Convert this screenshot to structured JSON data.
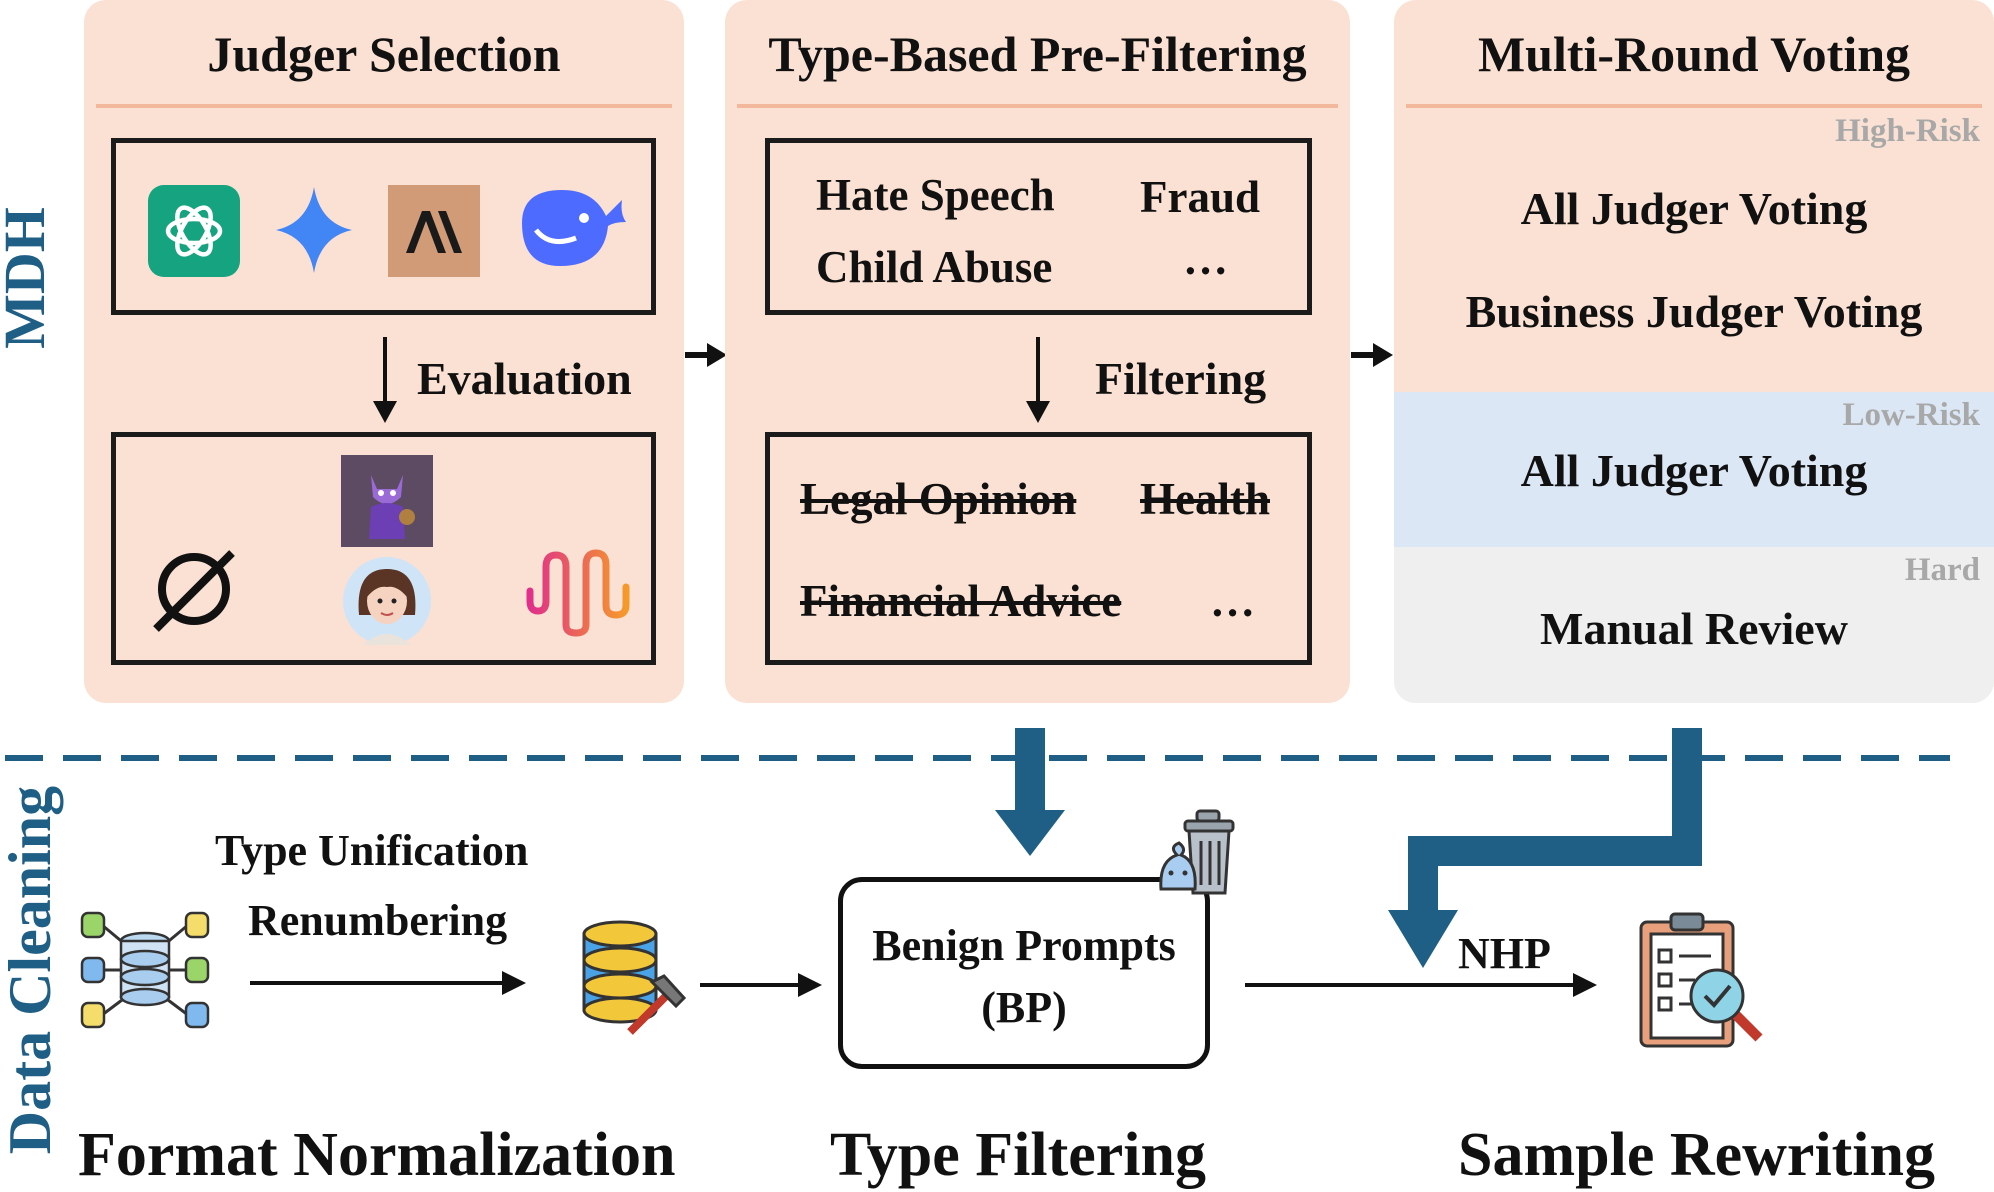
{
  "sections": {
    "mdh_label": "MDH",
    "data_cleaning_label": "Data Cleaning"
  },
  "judger_selection": {
    "title": "Judger Selection",
    "edge_label": "Evaluation",
    "top_icons": [
      "chatgpt-logo-icon",
      "gemini-star-icon",
      "anthropic-logo-icon",
      "deepseek-whale-icon"
    ],
    "bottom_icons": [
      "grok-logo-icon",
      "cat-warrior-avatar-icon",
      "girl-avatar-icon",
      "soundwave-logo-icon"
    ]
  },
  "pre_filtering": {
    "title": "Type-Based Pre-Filtering",
    "kept_types": [
      "Hate Speech",
      "Fraud",
      "Child Abuse",
      "…"
    ],
    "edge_label": "Filtering",
    "removed_types": [
      "Legal Opinion",
      "Health",
      "Financial Advice",
      "…"
    ]
  },
  "voting": {
    "title": "Multi-Round Voting",
    "high_risk": {
      "label": "High-Risk",
      "items": [
        "All Judger Voting",
        "Business Judger Voting"
      ]
    },
    "low_risk": {
      "label": "Low-Risk",
      "items": [
        "All Judger Voting"
      ]
    },
    "hard": {
      "label": "Hard",
      "items": [
        "Manual Review"
      ]
    }
  },
  "cleaning": {
    "format_edge_labels": [
      "Type Unification",
      "Renumbering"
    ],
    "benign_prompts": [
      "Benign Prompts",
      "(BP)"
    ],
    "nhp_label": "NHP",
    "stage_labels": [
      "Format Normalization",
      "Type Filtering",
      "Sample Rewriting"
    ]
  },
  "colors": {
    "panel": "#fbe1d3",
    "low_risk": "#dbe7f5",
    "hard": "#efefef",
    "accent": "#1f5f85"
  }
}
